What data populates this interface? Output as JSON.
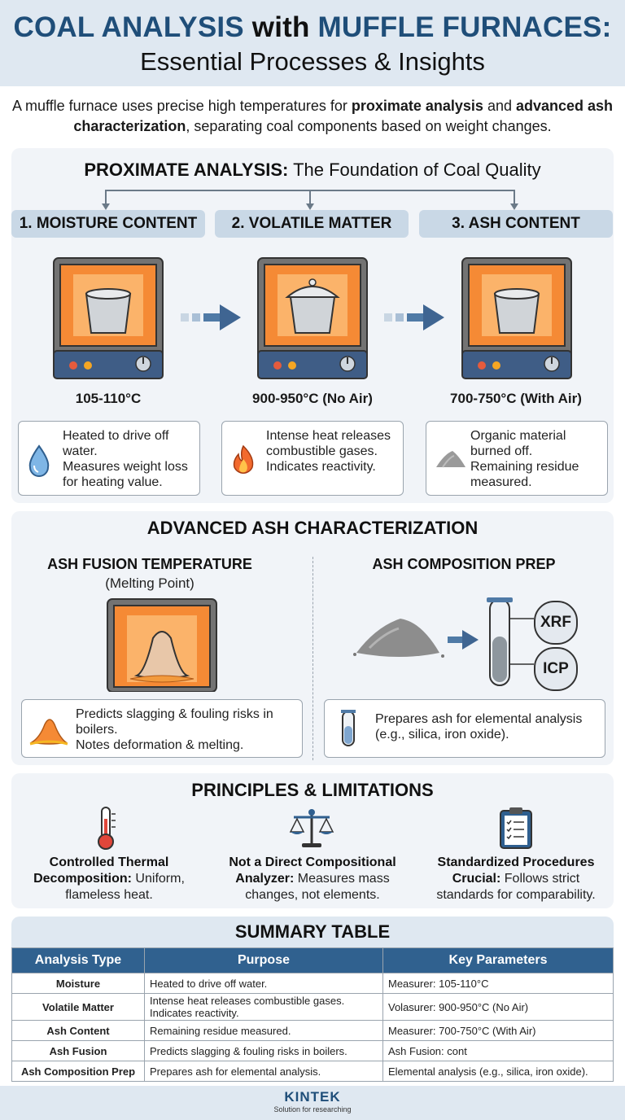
{
  "header": {
    "title_part1": "COAL ANALYSIS",
    "title_part2": "with",
    "title_part3": "MUFFLE FURNACES:",
    "subtitle": "Essential Processes & Insights"
  },
  "intro": {
    "text_a": "A muffle furnace uses precise high temperatures for ",
    "bold_a": "proximate analysis",
    "text_b": " and ",
    "bold_b": "advanced ash characterization",
    "text_c": ", separating coal components based on weight changes."
  },
  "proximate": {
    "title_bold": "PROXIMATE ANALYSIS:",
    "title_rest": " The Foundation of Coal Quality",
    "steps": [
      {
        "label": "1. MOISTURE CONTENT",
        "temp": "105-110°C",
        "line1": "Heated to drive off water.",
        "line2": "Measures weight loss for heating value.",
        "icon": "water-drop-icon"
      },
      {
        "label": "2. VOLATILE MATTER",
        "temp": "900-950°C (No Air)",
        "line1": "Intense heat releases combustible gases.",
        "line2": "Indicates reactivity.",
        "icon": "flame-icon"
      },
      {
        "label": "3. ASH CONTENT",
        "temp": "700-750°C (With Air)",
        "line1": "Organic material burned off.",
        "line2": "Remaining residue measured.",
        "icon": "ash-pile-icon"
      }
    ]
  },
  "advanced": {
    "title": "ADVANCED ASH CHARACTERIZATION",
    "fusion": {
      "heading": "ASH FUSION TEMPERATURE",
      "subheading": "(Melting Point)",
      "line1": "Predicts slagging & fouling risks in boilers.",
      "line2": "Notes deformation & melting."
    },
    "composition": {
      "heading": "ASH COMPOSITION PREP",
      "tag1": "XRF",
      "tag2": "ICP",
      "line1": "Prepares ash for elemental analysis (e.g., silica, iron oxide)."
    }
  },
  "principles": {
    "title": "PRINCIPLES & LIMITATIONS",
    "items": [
      {
        "bold": "Controlled Thermal Decomposition:",
        "rest": " Uniform, flameless heat.",
        "icon": "thermometer-icon"
      },
      {
        "bold": "Not a Direct Compositional Analyzer:",
        "rest": " Measures mass changes, not elements.",
        "icon": "scales-icon"
      },
      {
        "bold": "Standardized Procedures Crucial:",
        "rest": " Follows strict standards for comparability.",
        "icon": "clipboard-checklist-icon"
      }
    ]
  },
  "summary": {
    "title": "SUMMARY TABLE",
    "headers": [
      "Analysis Type",
      "Purpose",
      "Key Parameters"
    ],
    "rows": [
      [
        "Moisture",
        "Heated to drive off water.",
        "Measurer: 105-110°C"
      ],
      [
        "Volatile Matter",
        "Intense heat releases combustible gases. Indicates reactivity.",
        "Volasurer: 900-950°C (No Air)"
      ],
      [
        "Ash Content",
        "Remaining residue measured.",
        "Measurer: 700-750°C (With Air)"
      ],
      [
        "Ash Fusion",
        "Predicts slagging & fouling risks in boilers.",
        "Ash Fusion: cont"
      ],
      [
        "Ash Composition Prep",
        "Prepares ash for elemental analysis.",
        "Elemental analysis (e.g., silica, iron oxide)."
      ]
    ]
  },
  "footer": {
    "brand": "KINTEK",
    "tagline": "Solution for researching"
  },
  "colors": {
    "title_blue": "#1f4e79",
    "table_header": "#30618f",
    "furnace_orange": "#f58a35",
    "furnace_body": "#3f5d86"
  }
}
